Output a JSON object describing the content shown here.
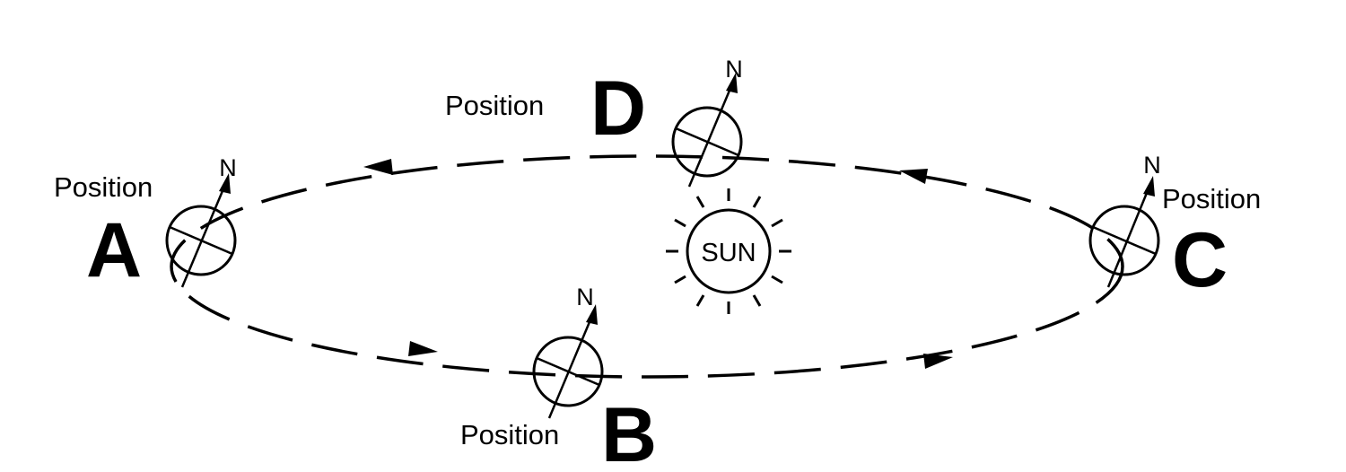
{
  "diagram": {
    "sun": {
      "label": "SUN"
    },
    "north_label": "N",
    "positions": [
      {
        "id": "a",
        "word": "Position",
        "letter": "A"
      },
      {
        "id": "b",
        "word": "Position",
        "letter": "B"
      },
      {
        "id": "c",
        "word": "Position",
        "letter": "C"
      },
      {
        "id": "d",
        "word": "Position",
        "letter": "D"
      }
    ]
  }
}
